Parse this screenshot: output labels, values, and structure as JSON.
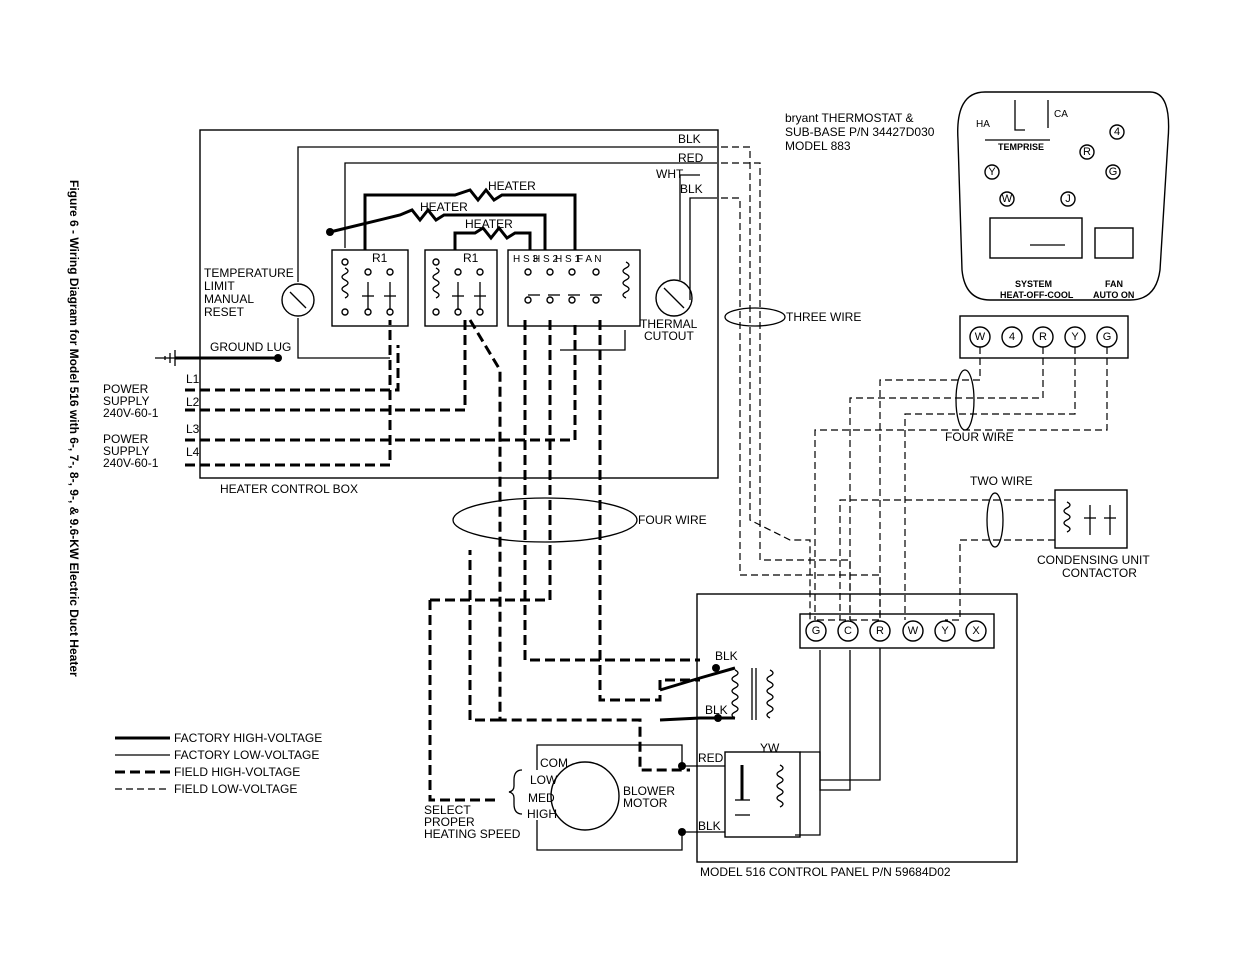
{
  "figure_title": "Figure 6 - Wiring Diagram for Model 516 with 6-, 7-, 8-, 9-, & 9.6-KW Electric Duct Heater",
  "thermostat": {
    "line1": "bryant THERMOSTAT &",
    "line2": "SUB-BASE P/N 34427D030",
    "line3": "MODEL 883",
    "ha": "HA",
    "ca": "CA",
    "temprise": "TEMPRISE",
    "system_label": "SYSTEM",
    "system_modes": "HEAT-OFF-COOL",
    "fan_label": "FAN",
    "fan_modes": "AUTO ON",
    "terminals_inner": [
      "4",
      "R",
      "Y",
      "W",
      "J",
      "G"
    ],
    "subbase_terminals": [
      "W",
      "4",
      "R",
      "Y",
      "G"
    ]
  },
  "heater_box": {
    "label": "HEATER CONTROL BOX",
    "heater_labels": [
      "HEATER",
      "HEATER",
      "HEATER"
    ],
    "relay_labels": [
      "R1",
      "R1"
    ],
    "hs_labels": [
      "H S 3",
      "H S 2",
      "H S 1",
      "F A N"
    ],
    "temp_limit": [
      "TEMPERATURE",
      "LIMIT",
      "MANUAL",
      "RESET"
    ],
    "thermal_cutout": [
      "THERMAL",
      "CUTOUT"
    ],
    "wire_colors": [
      "BLK",
      "RED",
      "WHT",
      "BLK"
    ]
  },
  "ground_lug": "GROUND LUG",
  "power_supply_1": {
    "lines": [
      "POWER",
      "SUPPLY",
      "240V-60-1"
    ],
    "legs": [
      "L1",
      "L2"
    ]
  },
  "power_supply_2": {
    "lines": [
      "POWER",
      "SUPPLY",
      "240V-60-1"
    ],
    "legs": [
      "L3",
      "L4"
    ]
  },
  "callouts": {
    "three_wire": "THREE WIRE",
    "four_wire_right": "FOUR WIRE",
    "two_wire": "TWO WIRE",
    "four_wire_center": "FOUR WIRE"
  },
  "condensing_unit": [
    "CONDENSING UNIT",
    "CONTACTOR"
  ],
  "control_panel": {
    "label": "MODEL 516 CONTROL PANEL P/N 59684D02",
    "terminals": [
      "G",
      "C",
      "R",
      "W",
      "Y",
      "X"
    ],
    "wire_labels": [
      "BLK",
      "BLK",
      "RED",
      "BLK",
      "YW"
    ]
  },
  "blower": {
    "taps": [
      "COM",
      "LOW",
      "MED",
      "HIGH"
    ],
    "motor": [
      "BLOWER",
      "MOTOR"
    ],
    "select": [
      "SELECT",
      "PROPER",
      "HEATING SPEED"
    ]
  },
  "legend": [
    {
      "style": "factory-high",
      "text": "FACTORY HIGH-VOLTAGE"
    },
    {
      "style": "factory-low",
      "text": "FACTORY LOW-VOLTAGE"
    },
    {
      "style": "field-high",
      "text": "FIELD HIGH-VOLTAGE"
    },
    {
      "style": "field-low",
      "text": "FIELD LOW-VOLTAGE"
    }
  ]
}
